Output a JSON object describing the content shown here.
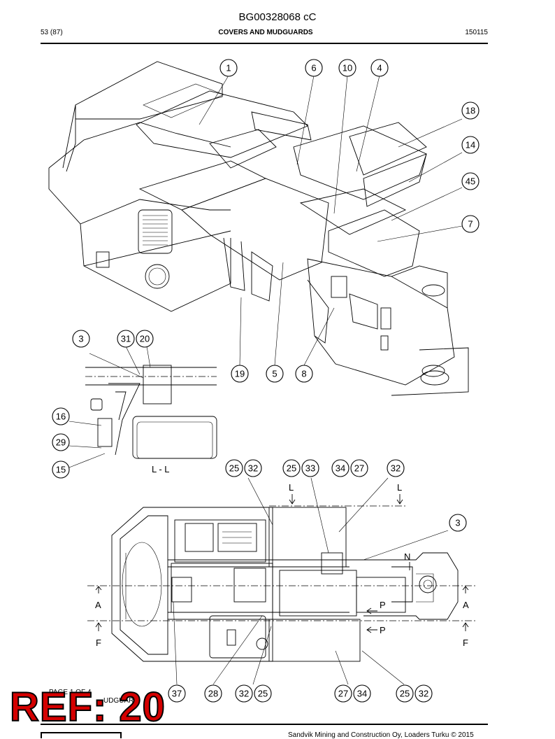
{
  "header": {
    "doc_id": "BG00328068 cC",
    "page_ref": "53 (87)",
    "section": "COVERS AND MUDGUARDS",
    "date_code": "150115"
  },
  "top_view_callouts": [
    "1",
    "6",
    "10",
    "4",
    "18",
    "14",
    "45",
    "7",
    "19",
    "5",
    "8"
  ],
  "detail_view": {
    "callouts": [
      "3",
      "31",
      "20",
      "16",
      "29",
      "15"
    ],
    "section_label": "L - L"
  },
  "plan_view": {
    "callouts": [
      "25",
      "32",
      "25",
      "33",
      "34",
      "27",
      "32",
      "3",
      "37",
      "28",
      "32",
      "25",
      "27",
      "34",
      "25",
      "32"
    ],
    "section_marks": {
      "L": "L",
      "A": "A",
      "F": "F",
      "N": "N",
      "P": "P"
    }
  },
  "footer": {
    "page": "PAGE 1 OF 4",
    "subtitle_fragment": "UDGUARD",
    "copyright_fragment": "Sandvik Mining and Construction Oy, Loaders Turku © 2015"
  },
  "overlay": {
    "ref_label": "REF: 20",
    "ref_color": "#d40000"
  }
}
